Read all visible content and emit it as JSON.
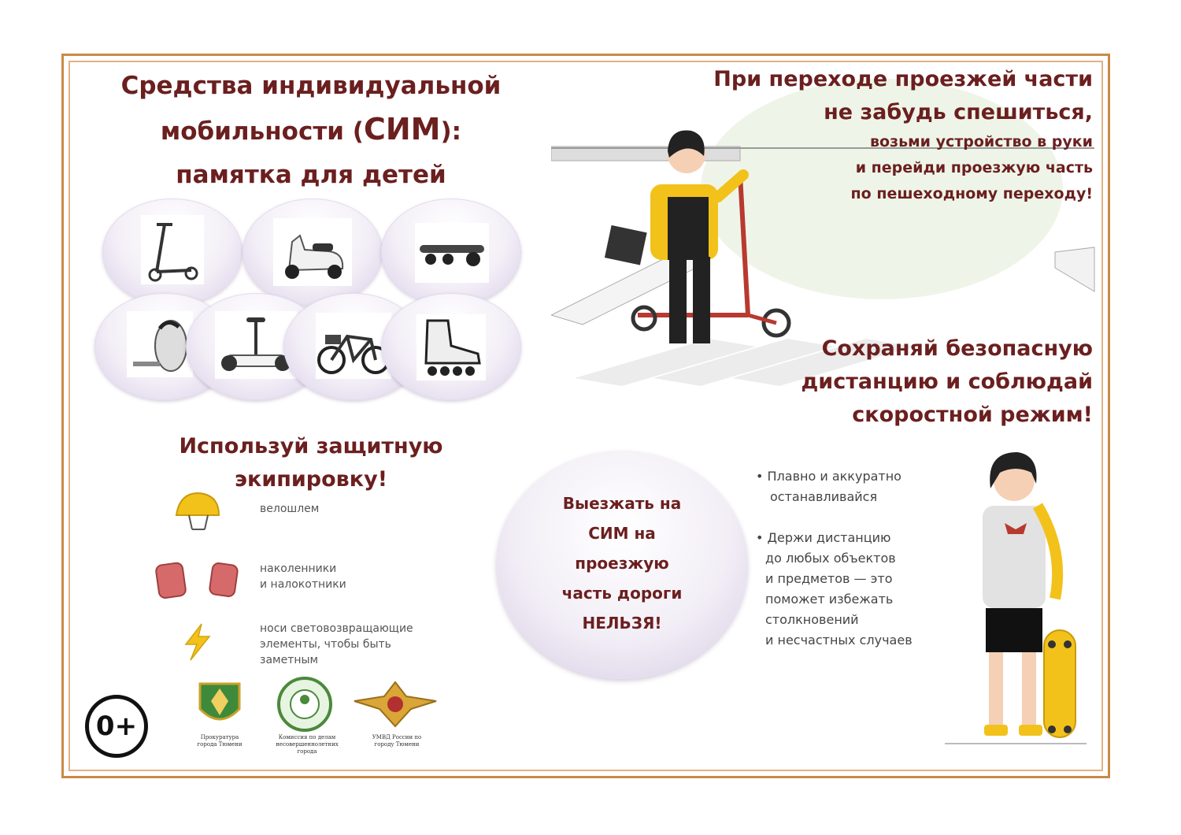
{
  "title": {
    "line1": "Средства индивидуальной",
    "line2_a": "мобильности (",
    "line2_b": "СИМ",
    "line2_c": "):",
    "line3": "памятка для детей"
  },
  "vehicles": [
    {
      "name": "scooter-icon"
    },
    {
      "name": "moped-icon"
    },
    {
      "name": "electric-skateboard-icon"
    },
    {
      "name": "monowheel-icon"
    },
    {
      "name": "segway-icon"
    },
    {
      "name": "electric-bike-icon"
    },
    {
      "name": "roller-skate-icon"
    }
  ],
  "protective": {
    "heading_line1": "Используй защитную",
    "heading_line2": "экипировку!",
    "items": [
      {
        "icon": "helmet-icon",
        "lines": [
          "велошлем"
        ]
      },
      {
        "icon": "knee-pads-icon",
        "lines": [
          "наколенники",
          "и налокотники"
        ]
      },
      {
        "icon": "lightning-icon",
        "lines": [
          "носи световозвращающие",
          "элементы, чтобы быть",
          "заметным"
        ]
      }
    ]
  },
  "age_rating": "0+",
  "emblems": [
    {
      "icon": "prosecutor-emblem-icon",
      "caption": [
        "Прокуратура",
        "города Тюмени"
      ]
    },
    {
      "icon": "commission-emblem-icon",
      "caption": [
        "Комиссия по делам",
        "несовершеннолетних города"
      ]
    },
    {
      "icon": "police-emblem-icon",
      "caption": [
        "УМВД России по",
        "городу Тюмени"
      ]
    }
  ],
  "crossing": {
    "line1": "При переходе проезжей части",
    "line2": "не забудь спешиться,",
    "line3": "возьми устройство в руки",
    "line4": "и перейди проезжую часть",
    "line5": "по пешеходному переходу!"
  },
  "distance": {
    "line1": "Сохраняй безопасную",
    "line2": "дистанцию и соблюдай",
    "line3": "скоростной режим!"
  },
  "warning": {
    "line1": "Выезжать на",
    "line2": "СИМ на",
    "line3": "проезжую",
    "line4": "часть дороги",
    "line5": "НЕЛЬЗЯ!"
  },
  "tips": {
    "t1_1": "• Плавно и аккуратно",
    "t1_2": "останавливайся",
    "t2_1": "• Держи дистанцию",
    "t2_2": "до любых объектов",
    "t2_3": "и предметов — это",
    "t2_4": "поможет избежать",
    "t2_5": "столкновений",
    "t2_6": "и несчастных случаев"
  },
  "colors": {
    "heading": "#6b1f1f",
    "frame": "#c98a45",
    "accent_yellow": "#f2c21b",
    "circle_tint": "#d9cde6"
  }
}
